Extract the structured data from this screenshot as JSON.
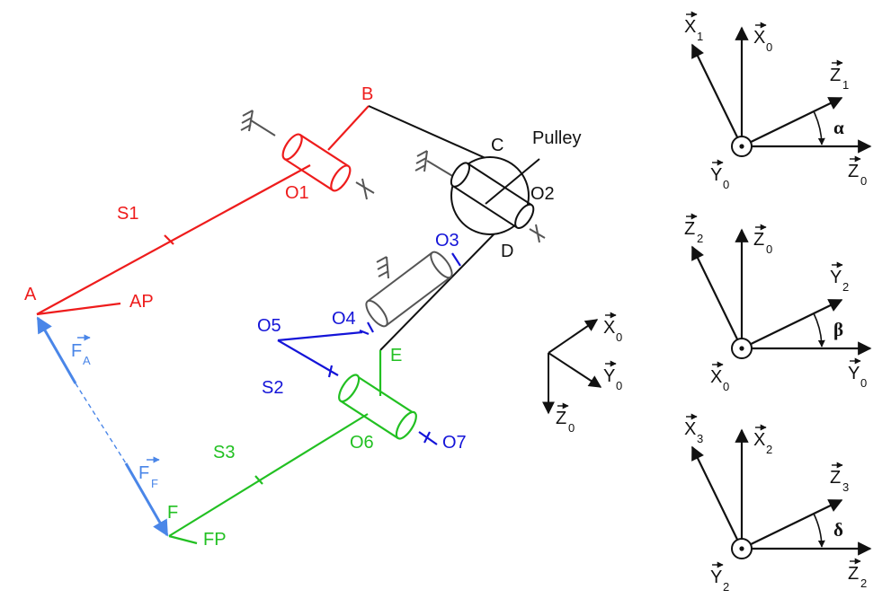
{
  "colors": {
    "red": "#ee1c1c",
    "black": "#111111",
    "blue": "#1414d8",
    "green": "#22c022",
    "gray": "#555555",
    "force": "#4a86e8"
  },
  "labels": {
    "B": "B",
    "C": "C",
    "D": "D",
    "A": "A",
    "AP": "AP",
    "S1": "S1",
    "O1": "O1",
    "O2": "O2",
    "O3": "O3",
    "O4": "O4",
    "O5": "O5",
    "O6": "O6",
    "O7": "O7",
    "E": "E",
    "S2": "S2",
    "S3": "S3",
    "F": "F",
    "FP": "FP",
    "pulley": "Pulley"
  },
  "forces": {
    "fa": {
      "main": "F",
      "sub": "A"
    },
    "ff": {
      "main": "F",
      "sub": "F"
    }
  },
  "main_frame": {
    "x": {
      "main": "X",
      "sub": "0"
    },
    "y": {
      "main": "Y",
      "sub": "0"
    },
    "z": {
      "main": "Z",
      "sub": "0"
    }
  },
  "rotations": [
    {
      "angle": "α",
      "up_rot": {
        "main": "X",
        "sub": "1"
      },
      "up": {
        "main": "X",
        "sub": "0"
      },
      "diag": {
        "main": "Z",
        "sub": "1"
      },
      "horiz": {
        "main": "Z",
        "sub": "0"
      },
      "normal": {
        "main": "Y",
        "sub": "0"
      }
    },
    {
      "angle": "β",
      "up_rot": {
        "main": "Z",
        "sub": "2"
      },
      "up": {
        "main": "Z",
        "sub": "0"
      },
      "diag": {
        "main": "Y",
        "sub": "2"
      },
      "horiz": {
        "main": "Y",
        "sub": "0"
      },
      "normal": {
        "main": "X",
        "sub": "0"
      }
    },
    {
      "angle": "δ",
      "up_rot": {
        "main": "X",
        "sub": "3"
      },
      "up": {
        "main": "X",
        "sub": "2"
      },
      "diag": {
        "main": "Z",
        "sub": "3"
      },
      "horiz": {
        "main": "Z",
        "sub": "2"
      },
      "normal": {
        "main": "Y",
        "sub": "2"
      }
    }
  ]
}
